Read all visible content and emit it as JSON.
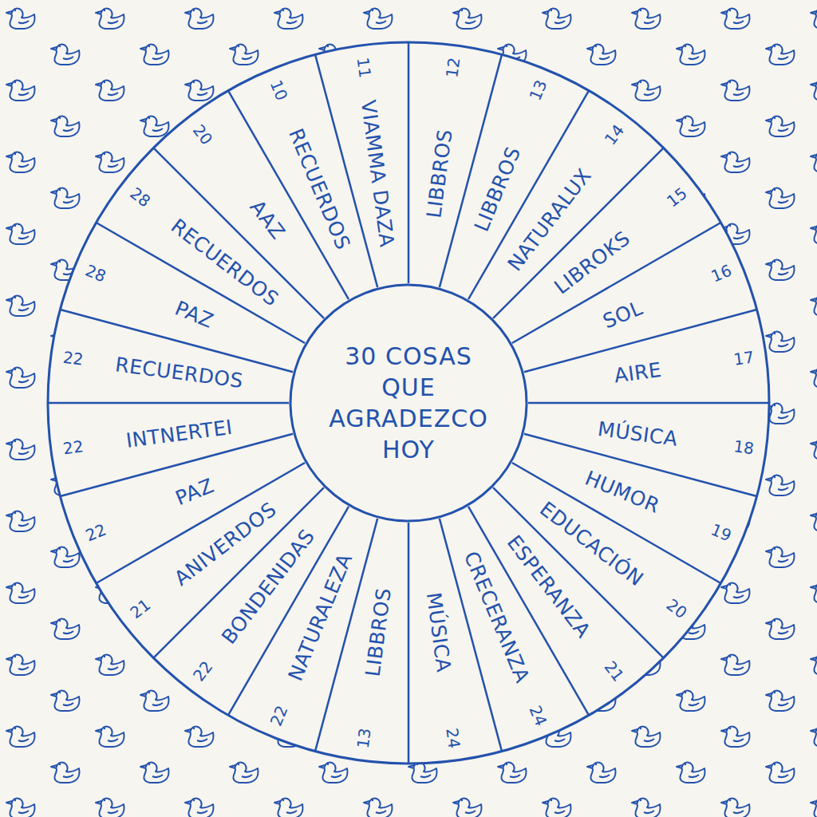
{
  "diagram": {
    "nodes": [
      {
        "text": [
          "30 COSAS QUE AGRADEZCO HOY"
        ]
      },
      {
        "text": [
          "12",
          "LIBBROS"
        ]
      },
      {
        "text": [
          "13",
          "LIBBROS"
        ]
      },
      {
        "text": [
          "14",
          "NATURALUX"
        ]
      },
      {
        "text": [
          "15",
          "LIBROKS"
        ]
      },
      {
        "text": [
          "16",
          "SOL"
        ]
      },
      {
        "text": [
          "17",
          "AIRE"
        ]
      },
      {
        "text": [
          "18",
          "MÚSICA"
        ]
      },
      {
        "text": [
          "19",
          "HUMOR"
        ]
      },
      {
        "text": [
          "20",
          "EDUCACIÓN"
        ]
      },
      {
        "text": [
          "21",
          "ESPERANZA"
        ]
      },
      {
        "text": [
          "24",
          "CRECERANZA"
        ]
      },
      {
        "text": [
          "24",
          "MÚSICA"
        ]
      },
      {
        "text": [
          "13",
          "LIBBROS"
        ]
      },
      {
        "text": [
          "22",
          "NATURALEZA"
        ]
      },
      {
        "text": [
          "22",
          "BONDENIDAS"
        ]
      },
      {
        "text": [
          "21",
          "ANIVERDOS"
        ]
      },
      {
        "text": [
          "22",
          "PAZ"
        ]
      },
      {
        "text": [
          "22",
          "INTNERTEI"
        ]
      },
      {
        "text": [
          "22",
          "RECUERDOS"
        ]
      },
      {
        "text": [
          "28",
          "PAZ"
        ]
      },
      {
        "text": [
          "28",
          "RECUERDOS"
        ]
      },
      {
        "text": [
          "20",
          "AAZ"
        ]
      },
      {
        "text": [
          "10",
          "RECUERDOS"
        ]
      },
      {
        "text": [
          "11",
          "VIAMMA DAZA"
        ]
      }
    ]
  }
}
